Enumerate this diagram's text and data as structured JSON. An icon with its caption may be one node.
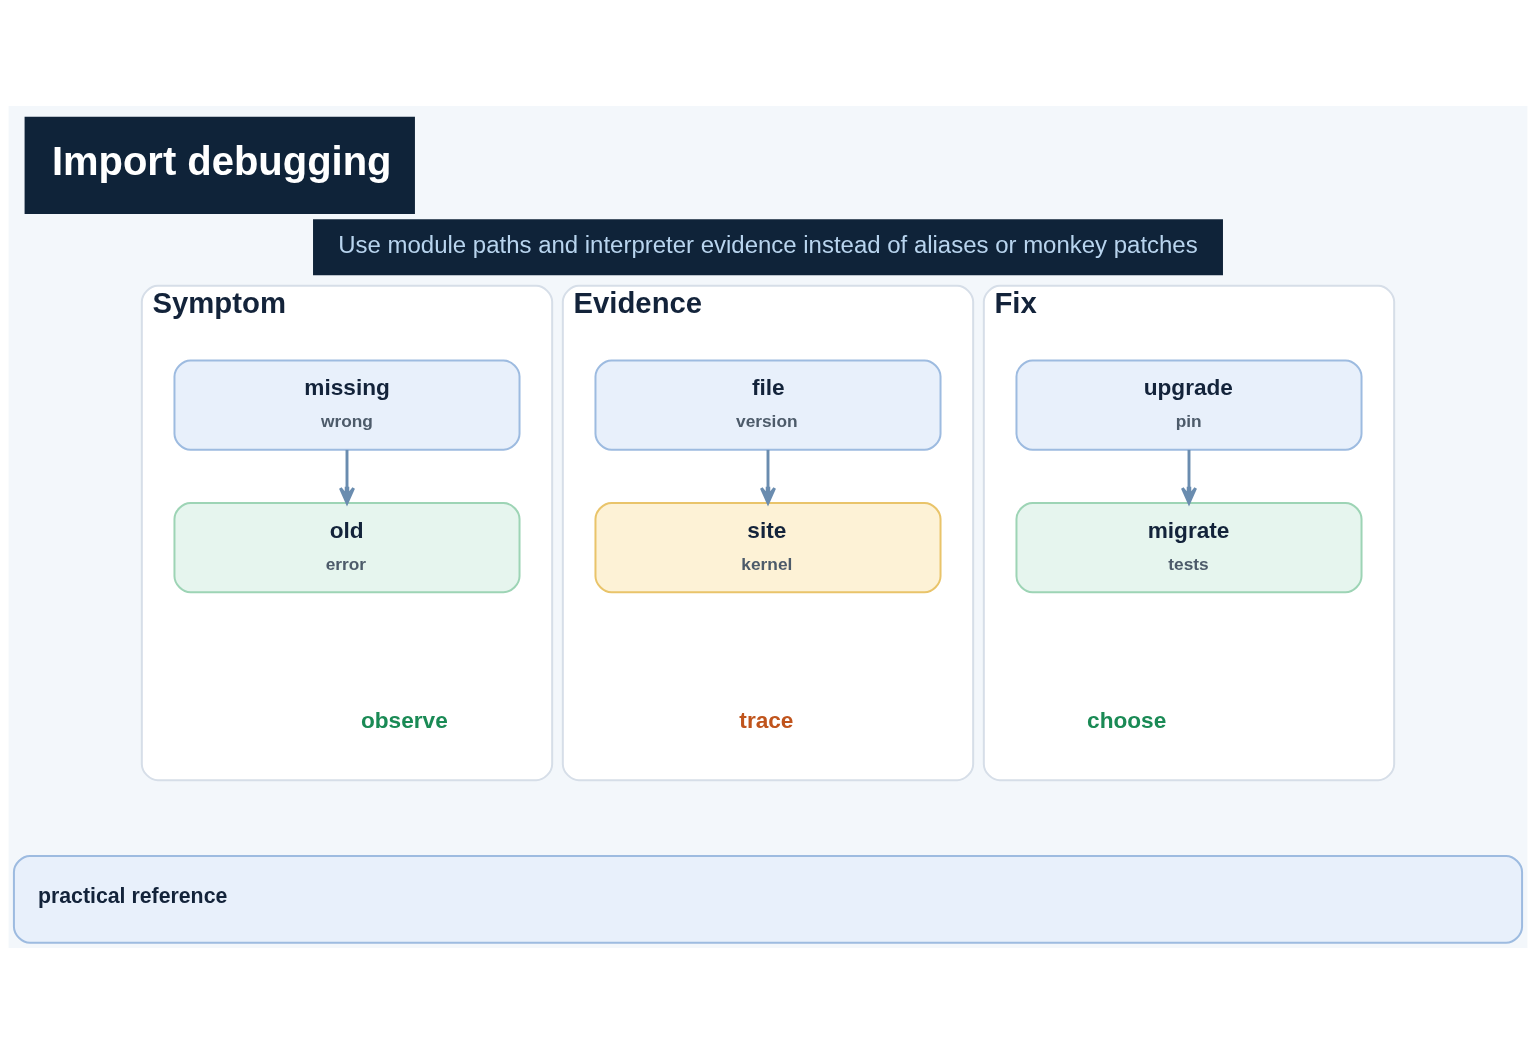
{
  "diagram": {
    "title": "Import debugging",
    "nodes": [
      {
        "text": [
          "Symptom",
          "observe"
        ]
      },
      {
        "text": [
          "missing",
          "wrong"
        ],
        "in": 0
      },
      {
        "text": [
          "old",
          "error"
        ],
        "in": 0
      },
      {
        "text": [
          "Evidence",
          "trace"
        ]
      },
      {
        "text": [
          "file",
          "version"
        ],
        "in": 3
      },
      {
        "text": [
          "site",
          "kernel"
        ],
        "in": 3
      },
      {
        "text": [
          "Fix",
          "choose"
        ]
      },
      {
        "text": [
          "upgrade",
          "pin"
        ],
        "in": 6
      },
      {
        "text": [
          "migrate",
          "tests"
        ],
        "in": 6
      },
      {
        "text": [
          "practical reference"
        ]
      }
    ],
    "edges": [
      {
        "from": 1,
        "to": 2,
        "arrow": "to"
      },
      {
        "from": 4,
        "to": 5,
        "arrow": "to"
      },
      {
        "from": 7,
        "to": 8,
        "arrow": "to"
      }
    ],
    "labels": [
      "Use module paths and interpreter evidence instead of aliases or monkey patches"
    ]
  }
}
